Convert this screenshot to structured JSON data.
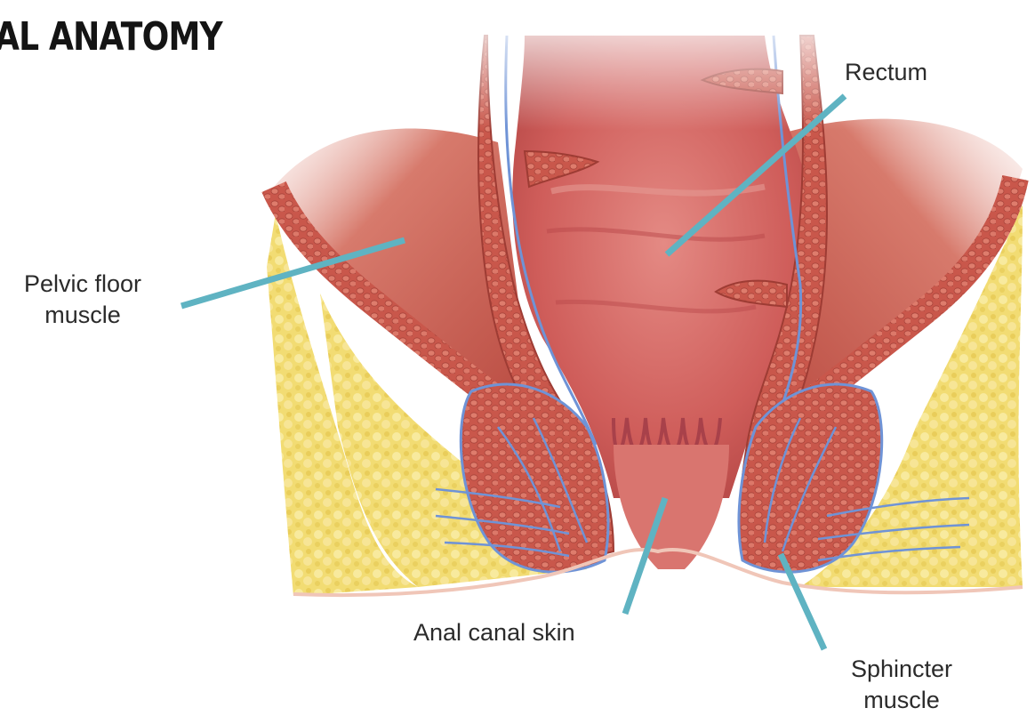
{
  "title": "AL ANATOMY",
  "labels": {
    "rectum": "Rectum",
    "pelvic_floor": [
      "Pelvic floor",
      "muscle"
    ],
    "anal_canal": "Anal canal skin",
    "sphincter": [
      "Sphincter",
      "muscle"
    ]
  },
  "colors": {
    "leader_line": "#5fb3c2",
    "muscle": "#c8554a",
    "fat": "#f3df7a",
    "vessel": "#6f93d6",
    "lumen": "#d06a6a"
  }
}
